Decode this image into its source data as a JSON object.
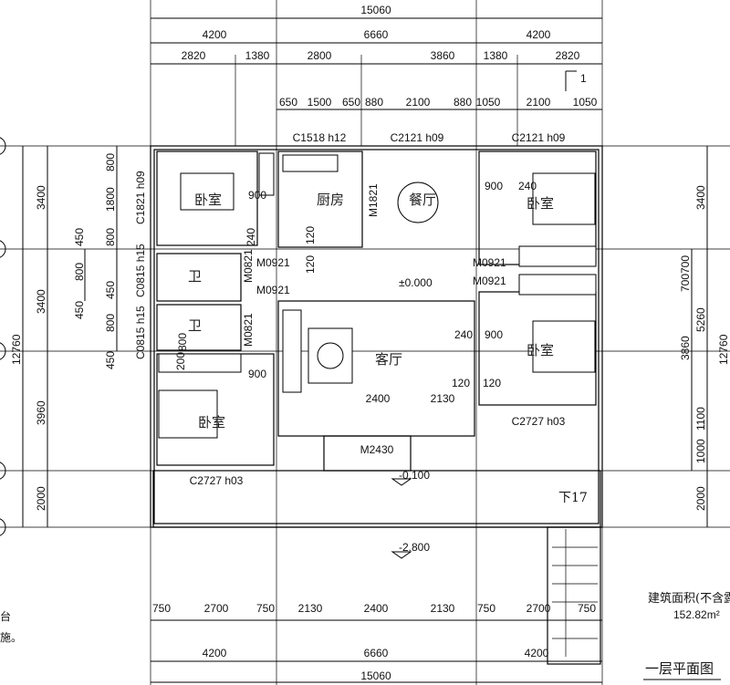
{
  "drawing": {
    "title": "一层平面图",
    "area_label": "建筑面积(不含露",
    "area_value": "152.82m²",
    "section_mark": "1",
    "left_fragments": [
      "台",
      "施。"
    ],
    "stair_label": "下17",
    "levels": [
      "±0.000",
      "-0.100",
      "-2.800"
    ]
  },
  "rooms": [
    "卧室",
    "厨房",
    "餐厅",
    "卧室",
    "卫",
    "卫",
    "客厅",
    "卧室",
    "卧室"
  ],
  "openings": {
    "windows": [
      "C1518 h12",
      "C2121 h09",
      "C2121 h09",
      "C1821 h09",
      "C0815 h15",
      "C0815 h15",
      "C2727 h03",
      "C2727 h03"
    ],
    "doors": [
      "M1821",
      "M0921",
      "M0921",
      "M0821",
      "M0821",
      "M0921",
      "M0921",
      "M2430"
    ]
  },
  "dims_top": {
    "total": "15060",
    "row2": [
      "4200",
      "6660",
      "4200"
    ],
    "row3": [
      "2820",
      "1380",
      "2800",
      "3860",
      "1380",
      "2820"
    ],
    "row4": [
      "650",
      "1500",
      "650",
      "880",
      "2100",
      "880",
      "1050",
      "2100",
      "1050"
    ]
  },
  "dims_bottom": {
    "row1": [
      "750",
      "2700",
      "750",
      "2130",
      "2400",
      "2130",
      "750",
      "2700",
      "750"
    ],
    "row2": [
      "4200",
      "6660",
      "4200"
    ],
    "total": "15060"
  },
  "dims_left": {
    "total": "12760",
    "axis": [
      "3400",
      "3400",
      "3960",
      "2000"
    ],
    "detail": [
      "800",
      "1800",
      "800",
      "450",
      "800",
      "450",
      "450",
      "800",
      "450"
    ]
  },
  "dims_right": {
    "total": "12760",
    "axis": [
      "3400",
      "5260",
      "1100",
      "1000",
      "2000"
    ],
    "detail": [
      "700",
      "700",
      "3860"
    ]
  },
  "dims_inner": [
    "900",
    "240",
    "900",
    "240",
    "900",
    "240",
    "120",
    "120",
    "900",
    "200",
    "800",
    "2400",
    "2130",
    "120",
    "120"
  ]
}
